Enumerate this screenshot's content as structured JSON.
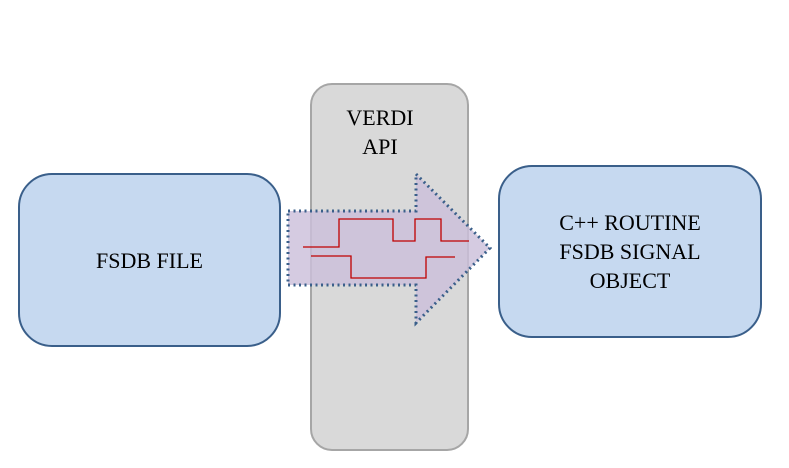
{
  "nodes": {
    "fsdb_file": {
      "label": "FSDB FILE"
    },
    "verdi_api": {
      "lines": [
        "VERDI",
        "API"
      ]
    },
    "cpp_routine": {
      "lines": [
        "C++ ROUTINE",
        "FSDB SIGNAL",
        "OBJECT"
      ]
    }
  },
  "colors": {
    "box_fill": "#c6d9f0",
    "box_border": "#3a5f8a",
    "api_fill": "#d9d9d9",
    "api_border": "#a6a6a6",
    "arrow_fill": "#ccc0da",
    "arrow_border": "#3a5f8a",
    "signal": "#c00000"
  }
}
